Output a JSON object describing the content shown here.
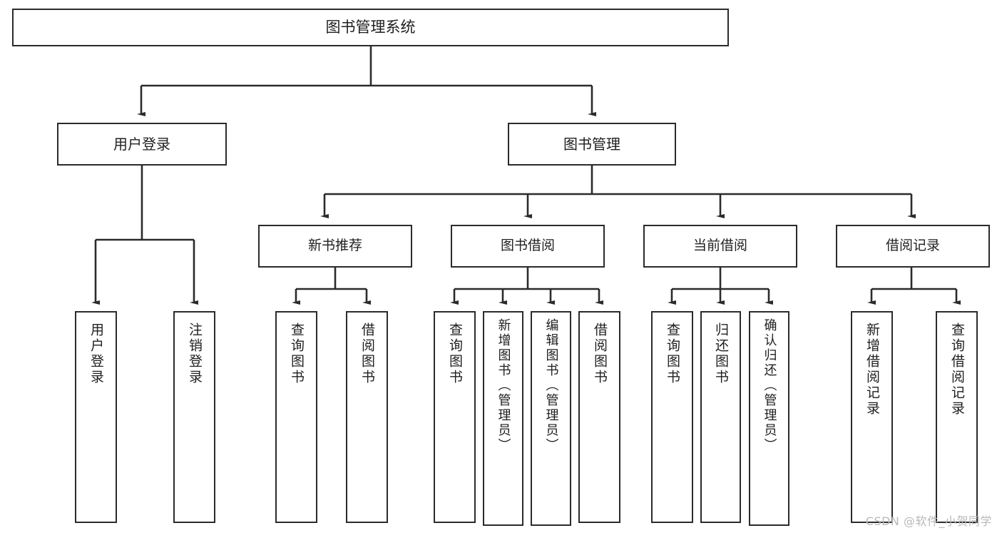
{
  "diagram": {
    "title": "图书管理系统",
    "type": "functional-structure-tree",
    "watermark": "CSDN @软件_小贺同学",
    "colors": {
      "box_border": "#2b2b2b",
      "box_fill": "#ffffff",
      "connector": "#2b2b2b",
      "text": "#1f1f1f",
      "watermark": "#b9b9b9"
    },
    "root": {
      "label": "图书管理系统"
    },
    "level2": [
      {
        "label": "用户登录"
      },
      {
        "label": "图书管理"
      }
    ],
    "level3": [
      {
        "label": "新书推荐"
      },
      {
        "label": "图书借阅"
      },
      {
        "label": "当前借阅"
      },
      {
        "label": "借阅记录"
      }
    ],
    "leaves": {
      "user_login": [
        {
          "label": "用户登录"
        },
        {
          "label": "注销登录"
        }
      ],
      "new_book_recommend": [
        {
          "label": "查询图书"
        },
        {
          "label": "借阅图书"
        }
      ],
      "book_borrow": [
        {
          "label": "查询图书"
        },
        {
          "label": "新增图书（管理员）"
        },
        {
          "label": "编辑图书（管理员）"
        },
        {
          "label": "借阅图书"
        }
      ],
      "current_borrow": [
        {
          "label": "查询图书"
        },
        {
          "label": "归还图书"
        },
        {
          "label": "确认归还（管理员）"
        }
      ],
      "borrow_record": [
        {
          "label": "新增借阅记录"
        },
        {
          "label": "查询借阅记录"
        }
      ]
    }
  }
}
